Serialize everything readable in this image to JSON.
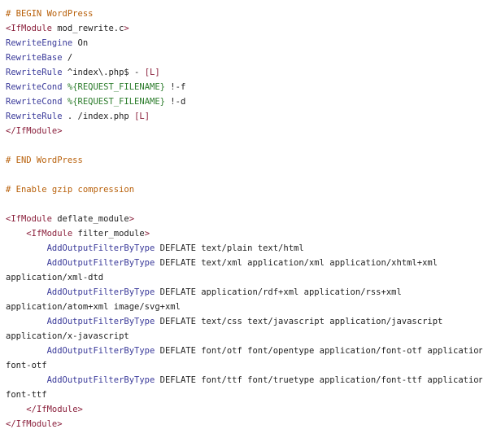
{
  "colors": {
    "background": "#ffffff",
    "comment": "#b8600a",
    "tag": "#8a1f3b",
    "directive": "#3a3a9a",
    "text": "#222222",
    "variable": "#2d7d2d"
  },
  "code": {
    "lines": [
      [
        {
          "t": "# BEGIN WordPress",
          "c": "comment"
        }
      ],
      [
        {
          "t": "<IfModule",
          "c": "tag"
        },
        {
          "t": " mod_rewrite.c",
          "c": "plain"
        },
        {
          "t": ">",
          "c": "tag"
        }
      ],
      [
        {
          "t": "RewriteEngine",
          "c": "directive"
        },
        {
          "t": " On",
          "c": "plain"
        }
      ],
      [
        {
          "t": "RewriteBase",
          "c": "directive"
        },
        {
          "t": " /",
          "c": "plain"
        }
      ],
      [
        {
          "t": "RewriteRule",
          "c": "directive"
        },
        {
          "t": " ^index\\.php$ - ",
          "c": "plain"
        },
        {
          "t": "[L]",
          "c": "flag"
        }
      ],
      [
        {
          "t": "RewriteCond",
          "c": "directive"
        },
        {
          "t": " ",
          "c": "plain"
        },
        {
          "t": "%{REQUEST_FILENAME}",
          "c": "var"
        },
        {
          "t": " !-f",
          "c": "plain"
        }
      ],
      [
        {
          "t": "RewriteCond",
          "c": "directive"
        },
        {
          "t": " ",
          "c": "plain"
        },
        {
          "t": "%{REQUEST_FILENAME}",
          "c": "var"
        },
        {
          "t": " !-d",
          "c": "plain"
        }
      ],
      [
        {
          "t": "RewriteRule",
          "c": "directive"
        },
        {
          "t": " . /index.php ",
          "c": "plain"
        },
        {
          "t": "[L]",
          "c": "flag"
        }
      ],
      [
        {
          "t": "</IfModule>",
          "c": "tag"
        }
      ],
      [],
      [
        {
          "t": "# END WordPress",
          "c": "comment"
        }
      ],
      [],
      [
        {
          "t": "# Enable gzip compression",
          "c": "comment"
        }
      ],
      [],
      [
        {
          "t": "<IfModule",
          "c": "tag"
        },
        {
          "t": " deflate_module",
          "c": "plain"
        },
        {
          "t": ">",
          "c": "tag"
        }
      ],
      [
        {
          "t": "    ",
          "c": "plain"
        },
        {
          "t": "<IfModule",
          "c": "tag"
        },
        {
          "t": " filter_module",
          "c": "plain"
        },
        {
          "t": ">",
          "c": "tag"
        }
      ],
      [
        {
          "t": "        ",
          "c": "plain"
        },
        {
          "t": "AddOutputFilterByType",
          "c": "directive"
        },
        {
          "t": " DEFLATE text/plain text/html",
          "c": "plain"
        }
      ],
      [
        {
          "t": "        ",
          "c": "plain"
        },
        {
          "t": "AddOutputFilterByType",
          "c": "directive"
        },
        {
          "t": " DEFLATE text/xml application/xml application/xhtml+xml",
          "c": "plain"
        }
      ],
      [
        {
          "t": "application/xml-dtd",
          "c": "plain"
        }
      ],
      [
        {
          "t": "        ",
          "c": "plain"
        },
        {
          "t": "AddOutputFilterByType",
          "c": "directive"
        },
        {
          "t": " DEFLATE application/rdf+xml application/rss+xml",
          "c": "plain"
        }
      ],
      [
        {
          "t": "application/atom+xml image/svg+xml",
          "c": "plain"
        }
      ],
      [
        {
          "t": "        ",
          "c": "plain"
        },
        {
          "t": "AddOutputFilterByType",
          "c": "directive"
        },
        {
          "t": " DEFLATE text/css text/javascript application/javascript",
          "c": "plain"
        }
      ],
      [
        {
          "t": "application/x-javascript",
          "c": "plain"
        }
      ],
      [
        {
          "t": "        ",
          "c": "plain"
        },
        {
          "t": "AddOutputFilterByType",
          "c": "directive"
        },
        {
          "t": " DEFLATE font/otf font/opentype application/font-otf application/x-",
          "c": "plain"
        }
      ],
      [
        {
          "t": "font-otf",
          "c": "plain"
        }
      ],
      [
        {
          "t": "        ",
          "c": "plain"
        },
        {
          "t": "AddOutputFilterByType",
          "c": "directive"
        },
        {
          "t": " DEFLATE font/ttf font/truetype application/font-ttf application/x-",
          "c": "plain"
        }
      ],
      [
        {
          "t": "font-ttf",
          "c": "plain"
        }
      ],
      [
        {
          "t": "    ",
          "c": "plain"
        },
        {
          "t": "</IfModule>",
          "c": "tag"
        }
      ],
      [
        {
          "t": "</IfModule>",
          "c": "tag"
        }
      ]
    ]
  }
}
